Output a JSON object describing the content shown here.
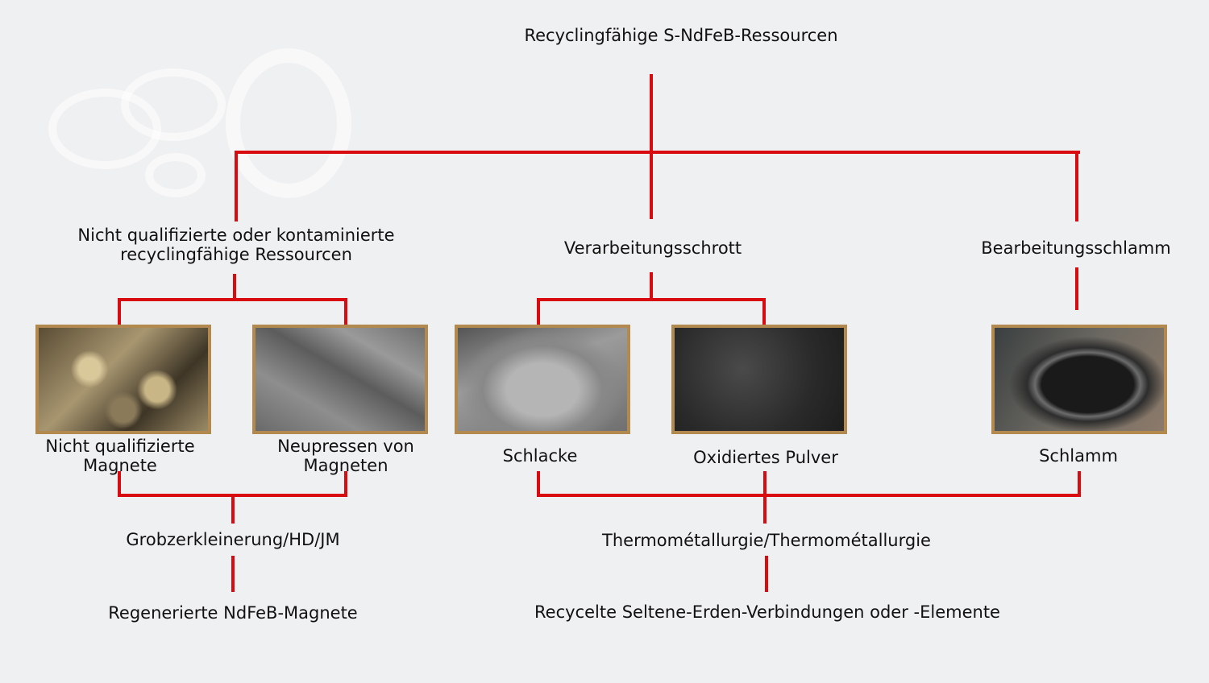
{
  "root": "Recyclingfähige S-NdFeB-Ressourcen",
  "branches": {
    "left": "Nicht qualifizierte oder kontaminierte recyclingfähige Ressourcen",
    "left_line1": "Nicht qualifizierte oder kontaminierte",
    "left_line2": "recyclingfähige Ressourcen",
    "middle": "Verarbeitungsschrott",
    "right": "Bearbeitungsschlamm"
  },
  "items": [
    {
      "line1": "Nicht qualifizierte",
      "line2": "Magnete"
    },
    {
      "line1": "Neupressen von",
      "line2": "Magneten"
    },
    {
      "label": "Schlacke"
    },
    {
      "label": "Oxidiertes Pulver"
    },
    {
      "label": "Schlamm"
    }
  ],
  "processes": {
    "left": "Grobzerkleinerung/HD/JM",
    "right": "Thermométallurgie/Thermométallurgie"
  },
  "outputs": {
    "left": "Regenerierte NdFeB-Magnete",
    "right": "Recycelte Seltene-Erden-Verbindungen oder -Elemente"
  },
  "colors": {
    "connector": "#d80c10",
    "frame": "#b28a4f",
    "background": "#eff0f2"
  }
}
